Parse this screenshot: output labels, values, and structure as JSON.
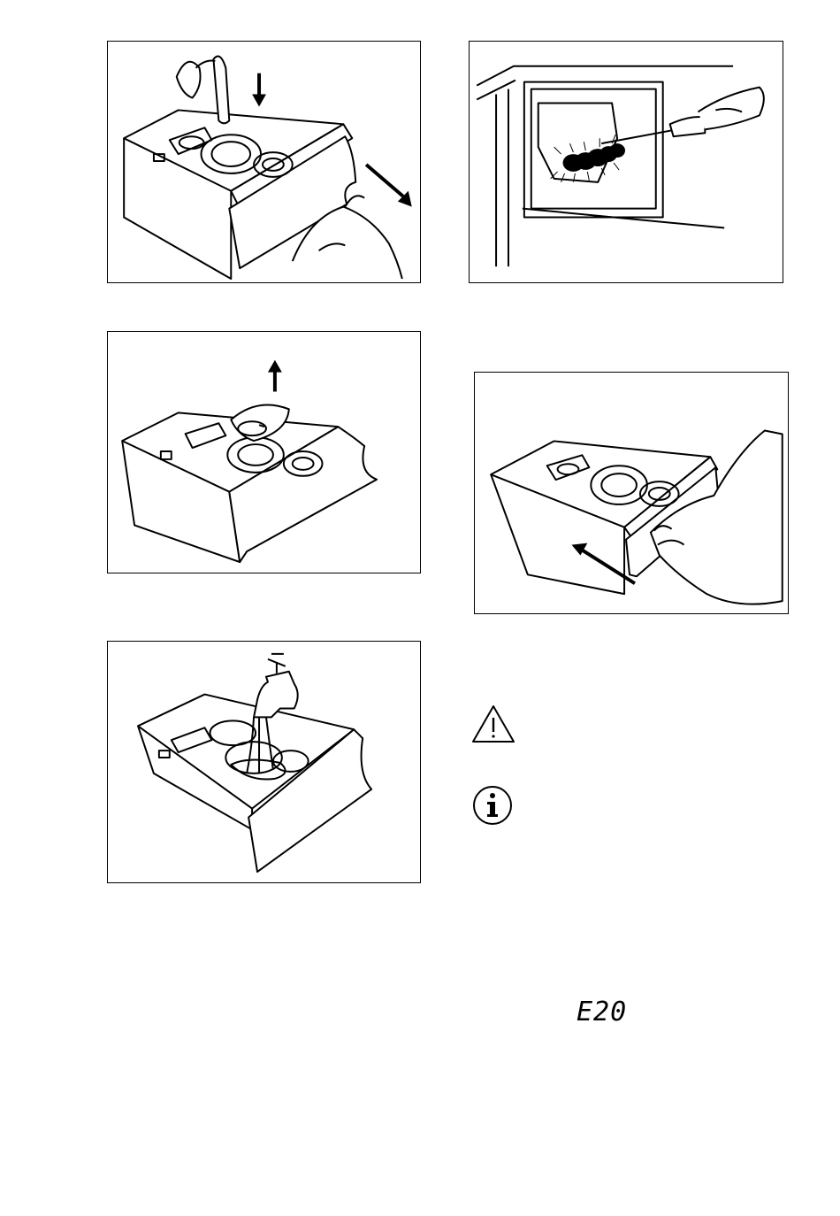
{
  "figures": [
    {
      "name": "press-lever-pull-out-drawer"
    },
    {
      "name": "brush-clean-dispenser-recess"
    },
    {
      "name": "lift-out-siphon-insert"
    },
    {
      "name": "push-drawer-back-in"
    },
    {
      "name": "rinse-drawer-under-tap"
    }
  ],
  "icons": {
    "warning": "warning-triangle-icon",
    "info": "info-circle-icon"
  },
  "error_display": {
    "code": "E20"
  }
}
